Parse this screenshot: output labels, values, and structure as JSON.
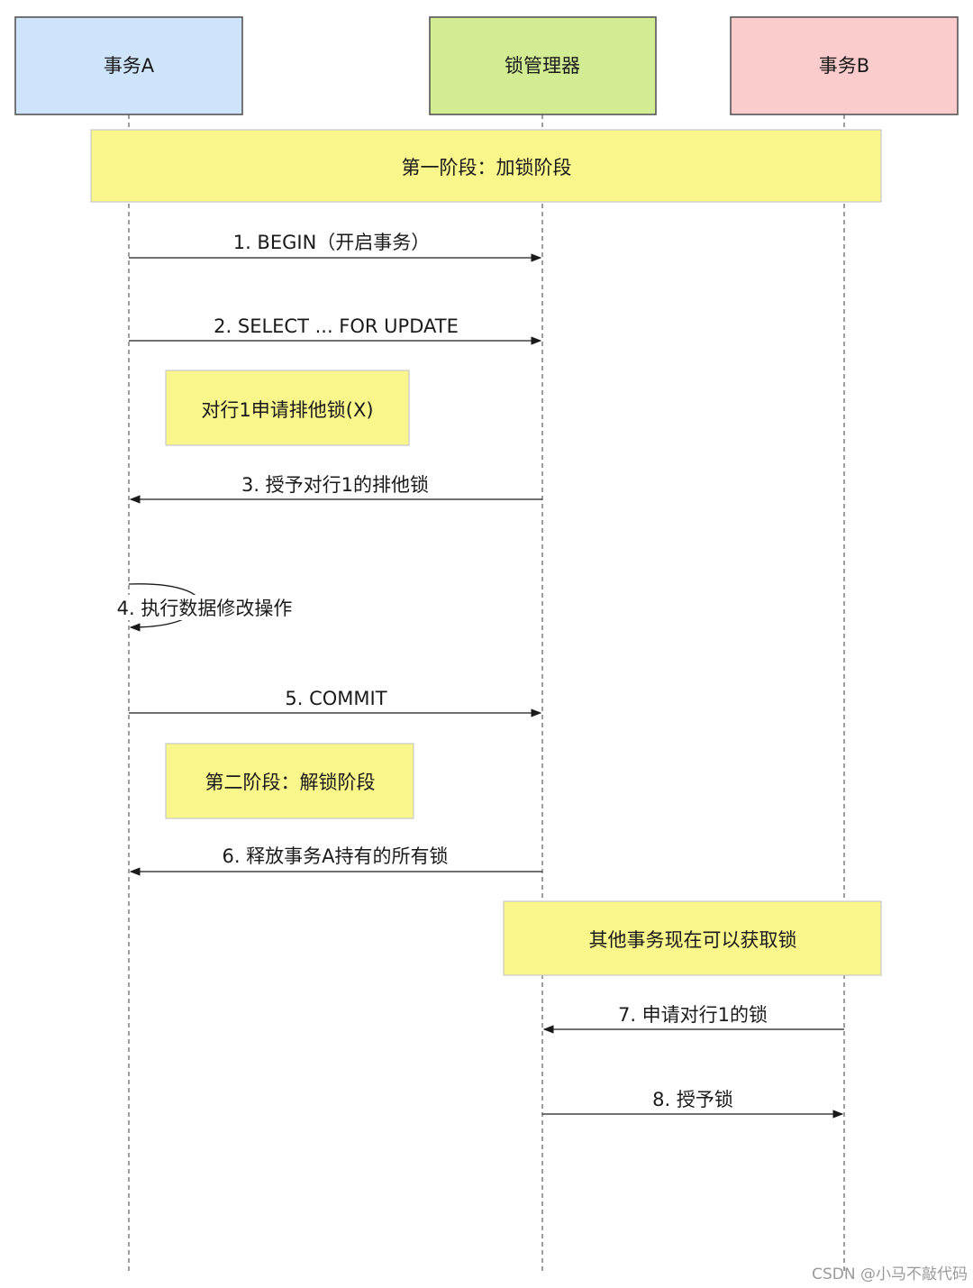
{
  "participants": [
    {
      "label": "事务A",
      "fill": "#cde4fb"
    },
    {
      "label": "锁管理器",
      "fill": "#d2ec94"
    },
    {
      "label": "事务B",
      "fill": "#fccccc"
    }
  ],
  "notes": {
    "phase1": "第一阶段：加锁阶段",
    "x_lock_request": "对行1申请排他锁(X)",
    "phase2": "第二阶段：解锁阶段",
    "others_can_lock": "其他事务现在可以获取锁"
  },
  "messages": [
    "1. BEGIN（开启事务）",
    "2. SELECT ... FOR UPDATE",
    "3. 授予对行1的排他锁",
    "4. 执行数据修改操作",
    "5. COMMIT",
    "6. 释放事务A持有的所有锁",
    "7. 申请对行1的锁",
    "8. 授予锁"
  ],
  "colors": {
    "note_fill": "#f9f68c",
    "stroke": "#555555",
    "arrow": "#1a1a1a"
  },
  "watermark": "CSDN @小马不敲代码"
}
